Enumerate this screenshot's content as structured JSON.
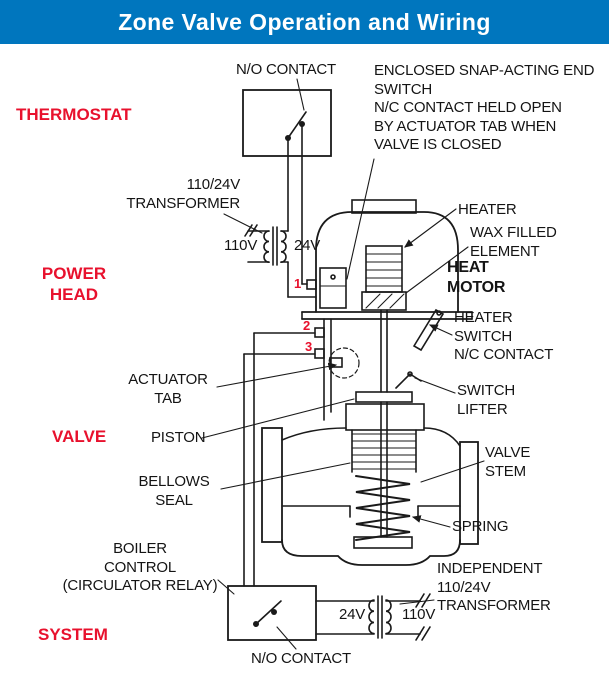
{
  "header": {
    "title": "Zone Valve Operation and Wiring"
  },
  "colors": {
    "header_bg": "#0076BE",
    "accent_red": "#E8112D",
    "line": "#1a1a1a"
  },
  "sections": {
    "thermostat": "THERMOSTAT",
    "power_head": "POWER\nHEAD",
    "valve": "VALVE",
    "system": "SYSTEM"
  },
  "labels": {
    "no_contact_top": "N/O CONTACT",
    "end_switch_title": "ENCLOSED SNAP-ACTING END\nSWITCH",
    "end_switch_note": "N/C CONTACT HELD OPEN\nBY ACTUATOR TAB WHEN\nVALVE IS CLOSED",
    "transformer_top": "110/24V\nTRANSFORMER",
    "transformer_top_primary": "110V",
    "transformer_top_secondary": "24V",
    "heater": "HEATER",
    "wax_filled_element": "WAX FILLED\nELEMENT",
    "heat_motor": "HEAT\nMOTOR",
    "heater_switch": "HEATER\nSWITCH\nN/C CONTACT",
    "actuator_tab": "ACTUATOR\nTAB",
    "switch_lifter": "SWITCH\nLIFTER",
    "piston": "PISTON",
    "bellows_seal": "BELLOWS\nSEAL",
    "valve_stem": "VALVE\nSTEM",
    "spring": "SPRING",
    "boiler_control": "BOILER\nCONTROL\n(CIRCULATOR RELAY)",
    "independent_transformer": "INDEPENDENT\n110/24V\nTRANSFORMER",
    "transformer_bottom_secondary": "24V",
    "transformer_bottom_primary": "110V",
    "no_contact_bottom": "N/O CONTACT"
  },
  "terminals": {
    "t1": "1",
    "t2": "2",
    "t3": "3"
  }
}
